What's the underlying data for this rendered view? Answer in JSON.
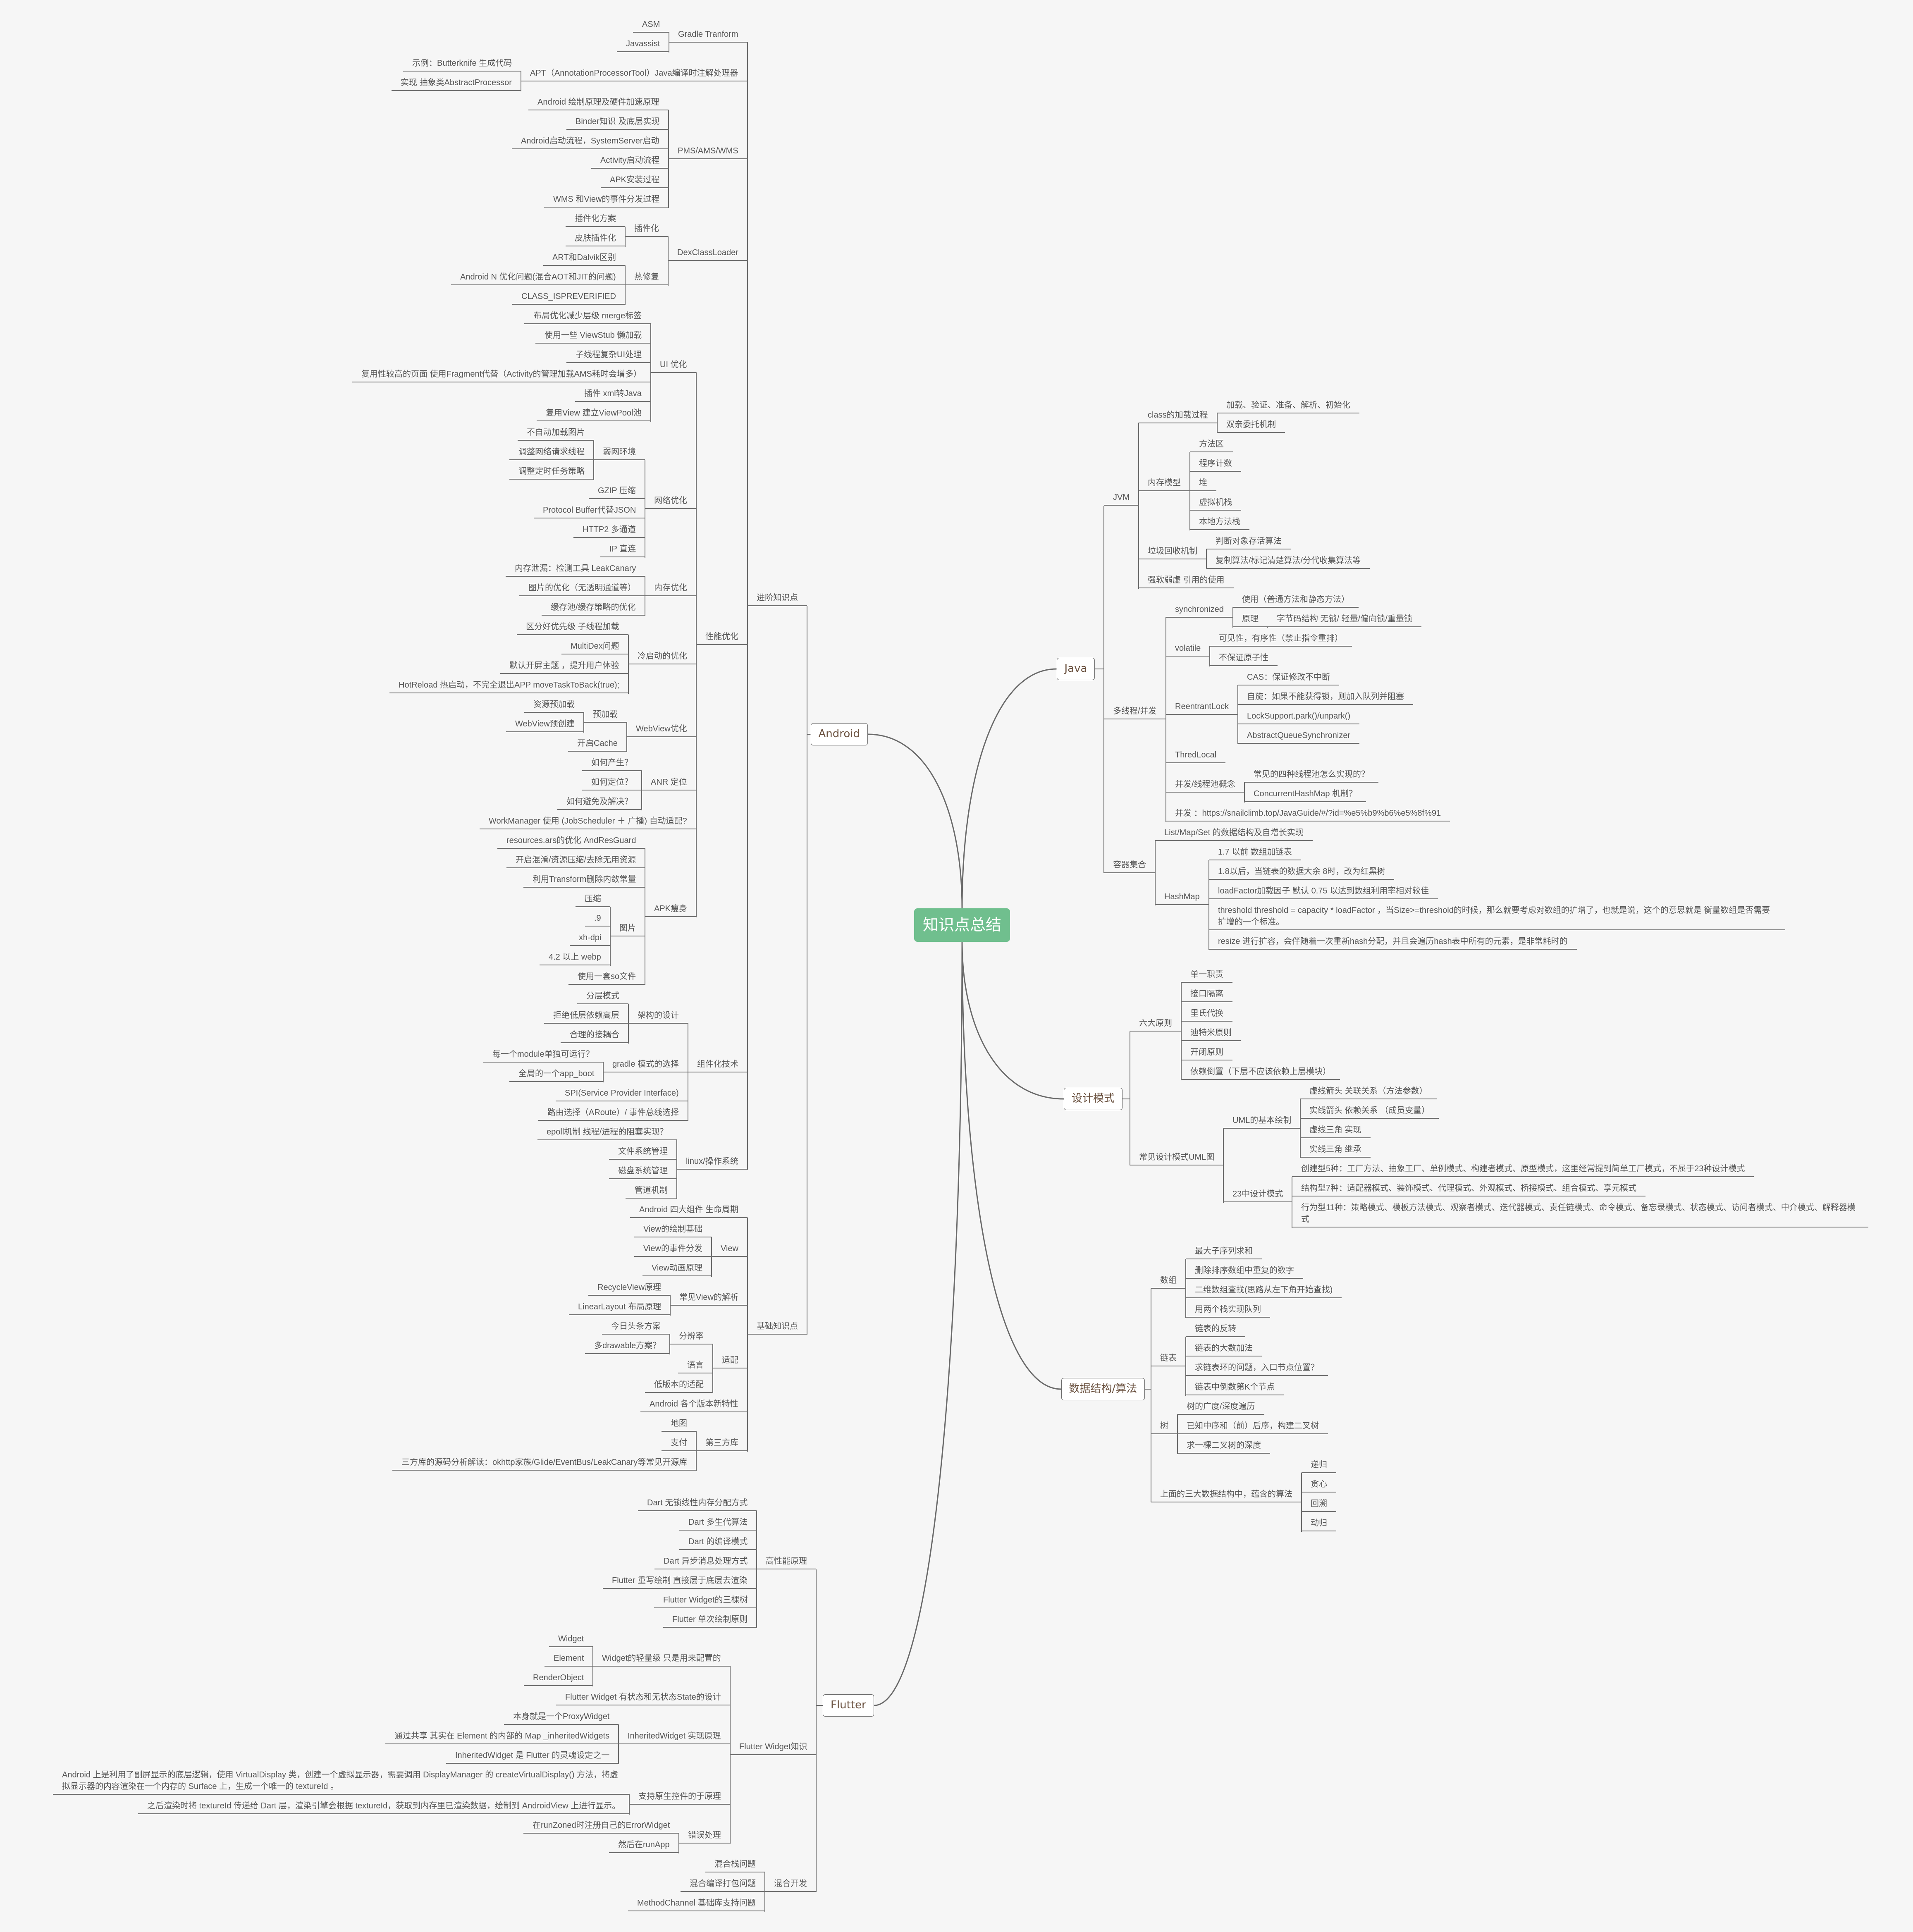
{
  "root": {
    "label": "知识点总结",
    "color": "#70bf8e"
  },
  "branches": [
    {
      "label": "Android",
      "side": "left",
      "children": [
        {
          "label": "进阶知识点",
          "children": [
            {
              "label": "Gradle Tranform",
              "children": [
                {
                  "label": "ASM"
                },
                {
                  "label": "Javassist"
                }
              ]
            },
            {
              "label": "APT（AnnotationProcessorTool）Java编译时注解处理器",
              "children": [
                {
                  "label": "示例：Butterknife 生成代码"
                },
                {
                  "label": "实现 抽象类AbstractProcessor"
                }
              ]
            },
            {
              "label": "PMS/AMS/WMS",
              "children": [
                {
                  "label": "Android 绘制原理及硬件加速原理"
                },
                {
                  "label": "Binder知识 及底层实现"
                },
                {
                  "label": "Android启动流程，SystemServer启动"
                },
                {
                  "label": "Activity启动流程"
                },
                {
                  "label": "APK安装过程"
                },
                {
                  "label": "WMS 和View的事件分发过程"
                }
              ]
            },
            {
              "label": "DexClassLoader",
              "children": [
                {
                  "label": "插件化",
                  "children": [
                    {
                      "label": "插件化方案"
                    },
                    {
                      "label": "皮肤插件化"
                    }
                  ]
                },
                {
                  "label": "热修复",
                  "children": [
                    {
                      "label": "ART和Dalvik区别"
                    },
                    {
                      "label": "Android N 优化问题(混合AOT和JIT的问题)"
                    },
                    {
                      "label": "CLASS_ISPREVERIFIED"
                    }
                  ]
                }
              ]
            },
            {
              "label": "性能优化",
              "children": [
                {
                  "label": "UI 优化",
                  "children": [
                    {
                      "label": "布局优化减少层级 merge标签"
                    },
                    {
                      "label": "使用一些 ViewStub 懒加载"
                    },
                    {
                      "label": "子线程复杂UI处理"
                    },
                    {
                      "label": "复用性较高的页面 使用Fragment代替（Activity的管理加载AMS耗时会增多）"
                    },
                    {
                      "label": "插件 xml转Java"
                    },
                    {
                      "label": "复用View 建立ViewPool池"
                    }
                  ]
                },
                {
                  "label": "网络优化",
                  "children": [
                    {
                      "label": "弱网环境",
                      "children": [
                        {
                          "label": "不自动加载图片"
                        },
                        {
                          "label": "调整网络请求线程"
                        },
                        {
                          "label": "调整定时任务策略"
                        }
                      ]
                    },
                    {
                      "label": "GZIP 压缩"
                    },
                    {
                      "label": "Protocol Buffer代替JSON"
                    },
                    {
                      "label": "HTTP2 多通道"
                    },
                    {
                      "label": "IP 直连"
                    }
                  ]
                },
                {
                  "label": "内存优化",
                  "children": [
                    {
                      "label": "内存泄漏：检测工具 LeakCanary"
                    },
                    {
                      "label": "图片的优化（无透明通道等）"
                    },
                    {
                      "label": "缓存池/缓存策略的优化"
                    }
                  ]
                },
                {
                  "label": "冷启动的优化",
                  "children": [
                    {
                      "label": "区分好优先级 子线程加载"
                    },
                    {
                      "label": "MultiDex问题"
                    },
                    {
                      "label": "默认开屏主题 ，提升用户体验"
                    },
                    {
                      "label": "HotReload 热启动，不完全退出APP  moveTaskToBack(true);"
                    }
                  ]
                },
                {
                  "label": "WebView优化",
                  "children": [
                    {
                      "label": "预加载",
                      "children": [
                        {
                          "label": "资源预加载"
                        },
                        {
                          "label": "WebView预创建"
                        }
                      ]
                    },
                    {
                      "label": "开启Cache"
                    }
                  ]
                },
                {
                  "label": "ANR 定位",
                  "children": [
                    {
                      "label": "如何产生？"
                    },
                    {
                      "label": "如何定位？"
                    },
                    {
                      "label": "如何避免及解决？"
                    }
                  ]
                },
                {
                  "label": "WorkManager 使用 (JobScheduler ＋ 广播) 自动适配?"
                },
                {
                  "label": "APK瘦身",
                  "children": [
                    {
                      "label": "resources.ars的优化 AndResGuard"
                    },
                    {
                      "label": "开启混淆/资源压缩/去除无用资源"
                    },
                    {
                      "label": "利用Transform删除内敛常量"
                    },
                    {
                      "label": "图片",
                      "children": [
                        {
                          "label": "压缩"
                        },
                        {
                          "label": ".9"
                        },
                        {
                          "label": "xh-dpi"
                        },
                        {
                          "label": "4.2 以上 webp"
                        }
                      ]
                    },
                    {
                      "label": "使用一套so文件"
                    }
                  ]
                }
              ]
            },
            {
              "label": "组件化技术",
              "children": [
                {
                  "label": "架构的设计",
                  "children": [
                    {
                      "label": "分层模式"
                    },
                    {
                      "label": "拒绝低层依赖高层"
                    },
                    {
                      "label": "合理的接耦合"
                    }
                  ]
                },
                {
                  "label": "gradle 模式的选择",
                  "children": [
                    {
                      "label": "每一个module单独可运行？"
                    },
                    {
                      "label": "全局的一个app_boot"
                    }
                  ]
                },
                {
                  "label": "SPI(Service Provider Interface)"
                },
                {
                  "label": "路由选择（ARoute）/ 事件总线选择"
                }
              ]
            },
            {
              "label": "linux/操作系统",
              "children": [
                {
                  "label": "epoll机制  线程/进程的阻塞实现？"
                },
                {
                  "label": "文件系统管理"
                },
                {
                  "label": "磁盘系统管理"
                },
                {
                  "label": "管道机制"
                }
              ]
            }
          ]
        },
        {
          "label": "基础知识点",
          "children": [
            {
              "label": "Android 四大组件 生命周期"
            },
            {
              "label": "View",
              "children": [
                {
                  "label": "View的绘制基础"
                },
                {
                  "label": "View的事件分发"
                },
                {
                  "label": "View动画原理"
                }
              ]
            },
            {
              "label": "常见View的解析",
              "children": [
                {
                  "label": "RecycleView原理"
                },
                {
                  "label": "LinearLayout 布局原理"
                }
              ]
            },
            {
              "label": "适配",
              "children": [
                {
                  "label": "分辨率",
                  "children": [
                    {
                      "label": "今日头条方案"
                    },
                    {
                      "label": "多drawable方案？"
                    }
                  ]
                },
                {
                  "label": "语言"
                },
                {
                  "label": "低版本的适配"
                }
              ]
            },
            {
              "label": "Android  各个版本新特性"
            },
            {
              "label": "第三方库",
              "children": [
                {
                  "label": "地图"
                },
                {
                  "label": "支付"
                },
                {
                  "label": "三方库的源码分析解读：okhttp家族/Glide/EventBus/LeakCanary等常见开源库"
                }
              ]
            }
          ]
        }
      ]
    },
    {
      "label": "Flutter",
      "side": "left",
      "children": [
        {
          "label": "高性能原理",
          "children": [
            {
              "label": "Dart 无锁线性内存分配方式"
            },
            {
              "label": "Dart 多生代算法"
            },
            {
              "label": "Dart 的编译模式"
            },
            {
              "label": "Dart 异步消息处理方式"
            },
            {
              "label": "Flutter 重写绘制 直接层于底层去渲染"
            },
            {
              "label": "Flutter Widget的三棵树"
            },
            {
              "label": "Flutter 单次绘制原则"
            }
          ]
        },
        {
          "label": "Flutter Widget知识",
          "children": [
            {
              "label": "Widget的轻量级 只是用来配置的",
              "children": [
                {
                  "label": "Widget"
                },
                {
                  "label": "Element"
                },
                {
                  "label": "RenderObject"
                }
              ]
            },
            {
              "label": "Flutter Widget 有状态和无状态State的设计"
            },
            {
              "label": "InheritedWidget 实现原理",
              "children": [
                {
                  "label": "本身就是一个ProxyWidget"
                },
                {
                  "label": "通过共享 其实在 Element 的内部的 Map _inheritedWidgets"
                },
                {
                  "label": "InheritedWidget 是 Flutter 的灵魂设定之一"
                }
              ]
            },
            {
              "label": "支持原生控件的于原理",
              "children": [
                {
                  "label": "Android 上是利用了副屏显示的底层逻辑，使用 VirtualDisplay 类，创建一个虚拟显示器，需要调用 DisplayManager 的 createVirtualDisplay() 方法，将虚拟显示器的内容渲染在一个内存的 Surface 上，生成一个唯一的 textureId 。"
                },
                {
                  "label": "之后渲染时将 textureId 传递给 Dart 层，渲染引擎会根据 textureId，获取到内存里已渲染数据，绘制到 AndroidView 上进行显示。"
                }
              ]
            },
            {
              "label": "错误处理",
              "children": [
                {
                  "label": "在runZoned时注册自己的ErrorWidget"
                },
                {
                  "label": "然后在runApp"
                }
              ]
            }
          ]
        },
        {
          "label": "混合开发",
          "children": [
            {
              "label": "混合栈问题"
            },
            {
              "label": "混合编译打包问题"
            },
            {
              "label": "MethodChannel 基础库支持问题"
            }
          ]
        }
      ]
    },
    {
      "label": "Java",
      "side": "right",
      "children": [
        {
          "label": "JVM",
          "children": [
            {
              "label": "class的加载过程",
              "children": [
                {
                  "label": "加载、验证、准备、解析、初始化"
                },
                {
                  "label": "双亲委托机制"
                }
              ]
            },
            {
              "label": "内存模型",
              "children": [
                {
                  "label": "方法区"
                },
                {
                  "label": "程序计数"
                },
                {
                  "label": "堆"
                },
                {
                  "label": "虚拟机栈"
                },
                {
                  "label": "本地方法栈"
                }
              ]
            },
            {
              "label": "垃圾回收机制",
              "children": [
                {
                  "label": "判断对象存活算法"
                },
                {
                  "label": "复制算法/标记清楚算法/分代收集算法等"
                }
              ]
            },
            {
              "label": "强软弱虚 引用的使用"
            }
          ]
        },
        {
          "label": "多线程/并发",
          "children": [
            {
              "label": "synchronized",
              "children": [
                {
                  "label": "使用（普通方法和静态方法）"
                },
                {
                  "label": "原理",
                  "children": [
                    {
                      "label": "字节码结构  无锁/ 轻量/偏向锁/重量锁"
                    }
                  ]
                }
              ]
            },
            {
              "label": "volatile",
              "children": [
                {
                  "label": "可见性，有序性（禁止指令重排）"
                },
                {
                  "label": "不保证原子性"
                }
              ]
            },
            {
              "label": "ReentrantLock",
              "children": [
                {
                  "label": "CAS：保证修改不中断"
                },
                {
                  "label": "自旋：如果不能获得锁，则加入队列并阻塞"
                },
                {
                  "label": "LockSupport.park()/unpark()"
                },
                {
                  "label": "AbstractQueueSynchronizer"
                }
              ]
            },
            {
              "label": "ThredLocal"
            },
            {
              "label": "并发/线程池概念",
              "children": [
                {
                  "label": "常见的四种线程池怎么实现的？"
                },
                {
                  "label": "ConcurrentHashMap 机制？"
                }
              ]
            },
            {
              "label": "并发 ：https://snailclimb.top/JavaGuide/#/?id=%e5%b9%b6%e5%8f%91"
            }
          ]
        },
        {
          "label": "容器集合",
          "children": [
            {
              "label": "List/Map/Set  的数据结构及自增长实现"
            },
            {
              "label": "HashMap",
              "children": [
                {
                  "label": "1.7 以前 数组加链表"
                },
                {
                  "label": "1.8以后，当链表的数据大余 8时，改为红黑树"
                },
                {
                  "label": "loadFactor加载因子 默认 0.75  以达到数组利用率相对较佳"
                },
                {
                  "label": "threshold  threshold = capacity * loadFactor ，当Size>=threshold的时候，那么就要考虑对数组的扩增了，也就是说，这个的意思就是 衡量数组是否需要扩增的一个标准。"
                },
                {
                  "label": "resize 进行扩容，会伴随着一次重新hash分配，并且会遍历hash表中所有的元素，是非常耗时的"
                }
              ]
            }
          ]
        }
      ]
    },
    {
      "label": "设计模式",
      "side": "right",
      "children": [
        {
          "label": "六大原则",
          "children": [
            {
              "label": "单一职责"
            },
            {
              "label": "接口隔离"
            },
            {
              "label": "里氏代换"
            },
            {
              "label": "迪特米原则"
            },
            {
              "label": "开闭原则"
            },
            {
              "label": "依赖倒置（下层不应该依赖上层模块）"
            }
          ]
        },
        {
          "label": "常见设计模式UML图",
          "children": [
            {
              "label": "UML的基本绘制",
              "children": [
                {
                  "label": "虚线箭头 关联关系（方法参数）"
                },
                {
                  "label": "实线箭头 依赖关系 （成员变量）"
                },
                {
                  "label": "虚线三角 实现"
                },
                {
                  "label": "实线三角 继承"
                }
              ]
            },
            {
              "label": "23中设计模式",
              "children": [
                {
                  "label": "创建型5种：工厂方法、抽象工厂、单例模式、构建者模式、原型模式，这里经常提到简单工厂模式，不属于23种设计模式"
                },
                {
                  "label": "结构型7种：适配器模式、装饰模式、代理模式、外观模式、桥接模式、组合模式、享元模式"
                },
                {
                  "label": "行为型11种：策略模式、模板方法模式、观察者模式、迭代器模式、责任链模式、命令模式、备忘录模式、状态模式、访问者模式、中介模式、解释器模式"
                }
              ]
            }
          ]
        }
      ]
    },
    {
      "label": "数据结构/算法",
      "side": "right",
      "children": [
        {
          "label": "数组",
          "children": [
            {
              "label": "最大子序列求和"
            },
            {
              "label": "删除排序数组中重复的数字"
            },
            {
              "label": "二维数组查找(思路从左下角开始查找)"
            },
            {
              "label": "用两个栈实现队列"
            }
          ]
        },
        {
          "label": "链表",
          "children": [
            {
              "label": "链表的反转"
            },
            {
              "label": "链表的大数加法"
            },
            {
              "label": "求链表环的问题，入口节点位置？"
            },
            {
              "label": "链表中倒数第K个节点"
            }
          ]
        },
        {
          "label": "树",
          "children": [
            {
              "label": "树的广度/深度遍历"
            },
            {
              "label": "已知中序和（前）后序，构建二叉树"
            },
            {
              "label": "求一棵二叉树的深度"
            }
          ]
        },
        {
          "label": "上面的三大数据结构中，蕴含的算法",
          "children": [
            {
              "label": "递归"
            },
            {
              "label": "贪心"
            },
            {
              "label": "回溯"
            },
            {
              "label": "动归"
            }
          ]
        }
      ]
    }
  ]
}
